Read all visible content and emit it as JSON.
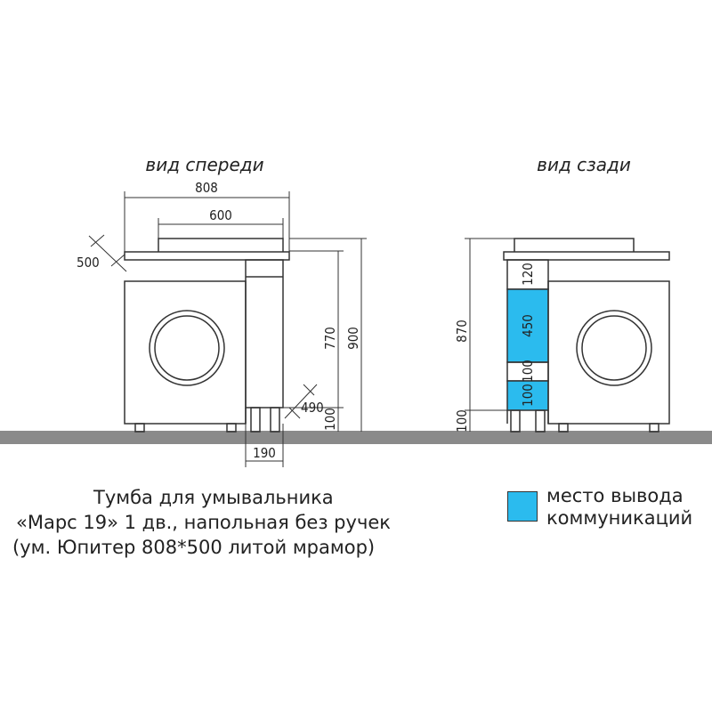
{
  "views": {
    "front": {
      "title": "вид спереди",
      "dims": {
        "width_total": "808",
        "width_basin": "600",
        "depth": "500",
        "height_body": "770",
        "height_total": "900",
        "depth_body": "490",
        "leg_height": "100",
        "section_width": "190"
      }
    },
    "back": {
      "title": "вид сзади",
      "dims": {
        "height": "870",
        "seg_top": "120",
        "seg_comm": "450",
        "seg_mid": "100",
        "seg_lower": "100",
        "leg_height": "100"
      }
    }
  },
  "caption": {
    "line1": "Тумба для умывальника",
    "line2": "«Марс 19» 1 дв., напольная без ручек",
    "line3": "(ум. Юпитер 808*500 литой мрамор)"
  },
  "legend": {
    "line1": "место вывода",
    "line2": "коммуникаций",
    "color": "#2bbbee"
  },
  "colors": {
    "floor": "#8a8a8a",
    "line": "#333333",
    "communications": "#2bbbee"
  }
}
